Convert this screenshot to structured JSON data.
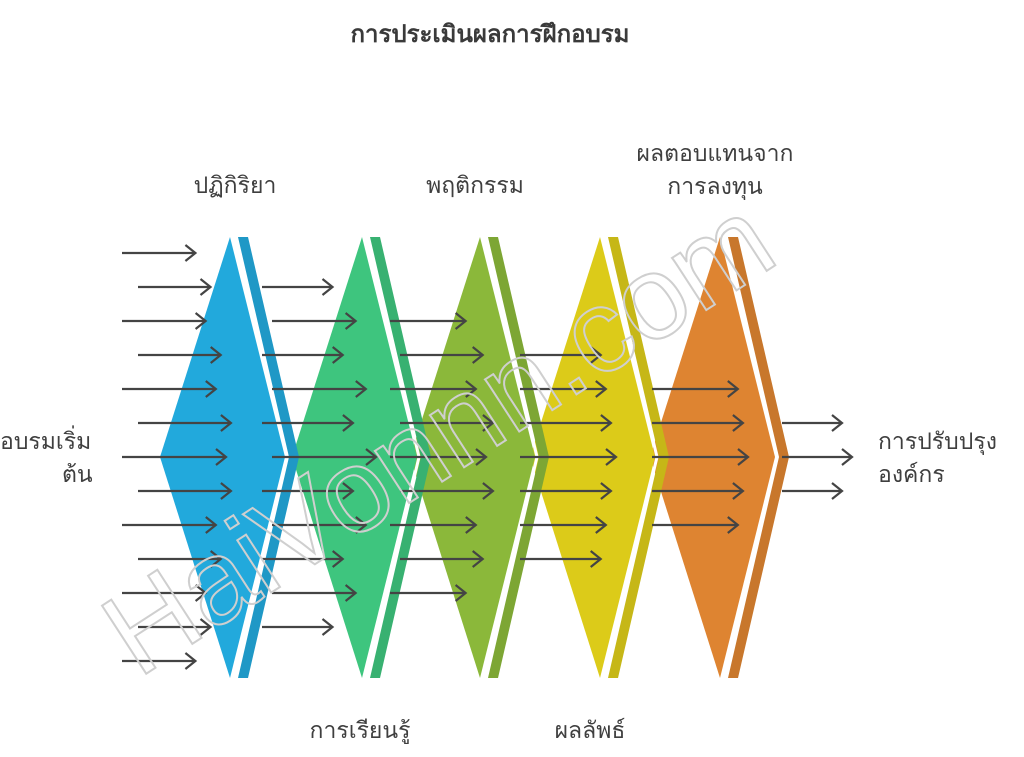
{
  "title": "การประเมินผลการฝึกอบรม",
  "watermark": "HaiVonnn.com",
  "input_label": {
    "line1": "อบรมเริ่ม",
    "line2": "ต้น"
  },
  "output_label": {
    "line1": "การปรับปรุง",
    "line2": "องค์กร"
  },
  "stages": [
    {
      "id": "reaction",
      "label": "ปฏิกิริยา",
      "position": "top",
      "color": "#22a9dc",
      "arrows_in": 13
    },
    {
      "id": "learning",
      "label": "การเรียนรู้",
      "position": "bottom",
      "color": "#3ec57e",
      "arrows_in": 11
    },
    {
      "id": "behavior",
      "label": "พฤติกรรม",
      "position": "top",
      "color": "#8bb83a",
      "arrows_in": 9
    },
    {
      "id": "results",
      "label": "ผลลัพธ์",
      "position": "bottom",
      "color": "#dccb19",
      "arrows_in": 7
    },
    {
      "id": "roi",
      "label_line1": "ผลตอบแทนจาก",
      "label_line2": "การลงทุน",
      "position": "top",
      "color": "#de8431",
      "arrows_in": 5
    }
  ],
  "output_arrows": 3,
  "colors": {
    "arrow": "#444444",
    "text": "#3f3f3f",
    "watermark": "#cfcfcf"
  }
}
